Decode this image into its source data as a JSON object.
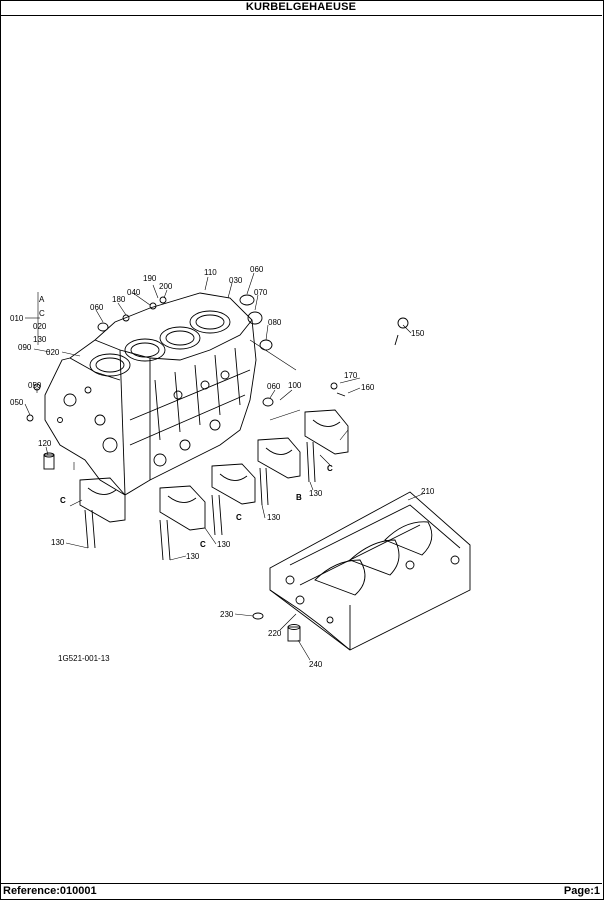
{
  "title": "KURBELGEHAEUSE",
  "footer": {
    "reference": "Reference:010001",
    "page": "Page:1"
  },
  "drawing": {
    "code": "1G521-001-13",
    "part_labels": [
      "010",
      "020",
      "030",
      "040",
      "050",
      "060",
      "070",
      "080",
      "090",
      "100",
      "110",
      "120",
      "130",
      "150",
      "160",
      "170",
      "180",
      "190",
      "200",
      "210",
      "220",
      "230",
      "240"
    ],
    "bracket_labels": [
      "A",
      "C",
      "020",
      "130"
    ],
    "letter_tags": [
      "B",
      "C"
    ]
  }
}
